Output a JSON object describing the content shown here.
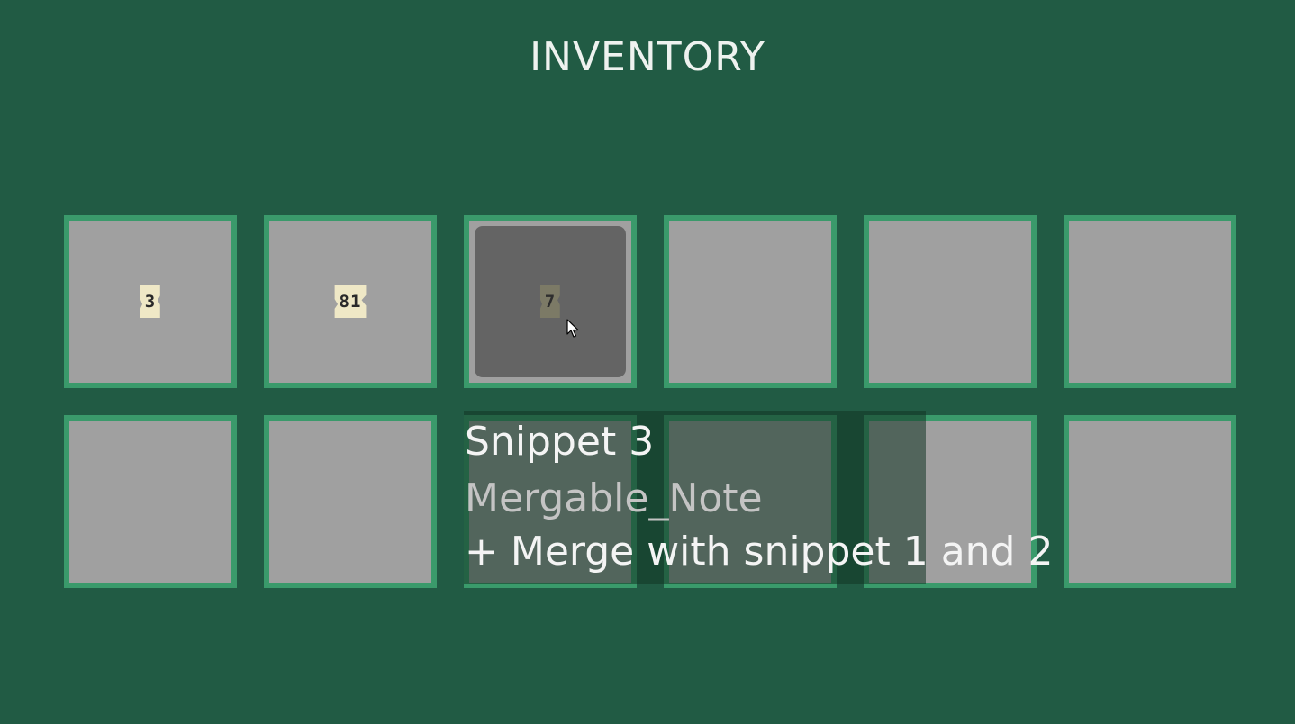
{
  "title": "INVENTORY",
  "slots": [
    {
      "label": "3"
    },
    {
      "label": "81"
    },
    {
      "label": "7"
    },
    {
      "label": ""
    },
    {
      "label": ""
    },
    {
      "label": ""
    },
    {
      "label": ""
    },
    {
      "label": ""
    },
    {
      "label": ""
    },
    {
      "label": ""
    },
    {
      "label": ""
    },
    {
      "label": ""
    }
  ],
  "tooltip": {
    "title": "Snippet 3",
    "type": "Mergable_Note",
    "description": "+ Merge with snippet 1 and 2"
  },
  "colors": {
    "background": "#215b44",
    "slot_border": "#3a9a6b",
    "slot_fill": "#a0a0a0",
    "slot_selected": "#646464",
    "note_paper": "#efe8c6"
  }
}
